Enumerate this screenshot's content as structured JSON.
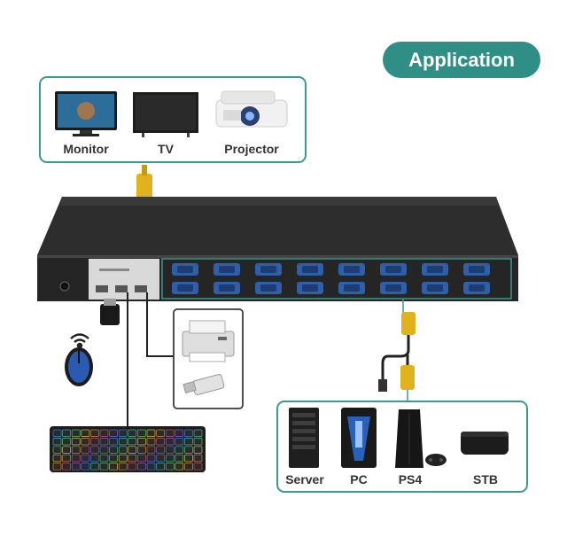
{
  "badge": {
    "title": "Application"
  },
  "displays": {
    "items": [
      {
        "label": "Monitor"
      },
      {
        "label": "TV"
      },
      {
        "label": "Projector"
      }
    ]
  },
  "computers": {
    "items": [
      {
        "label": "Server"
      },
      {
        "label": "PC"
      },
      {
        "label": "PS4"
      },
      {
        "label": "STB"
      }
    ]
  },
  "colors": {
    "accent": "#2f8f86",
    "frame": "#3a9a8f",
    "vga_blue": "#2f5fa8",
    "cable_yellow": "#e0b21d"
  }
}
